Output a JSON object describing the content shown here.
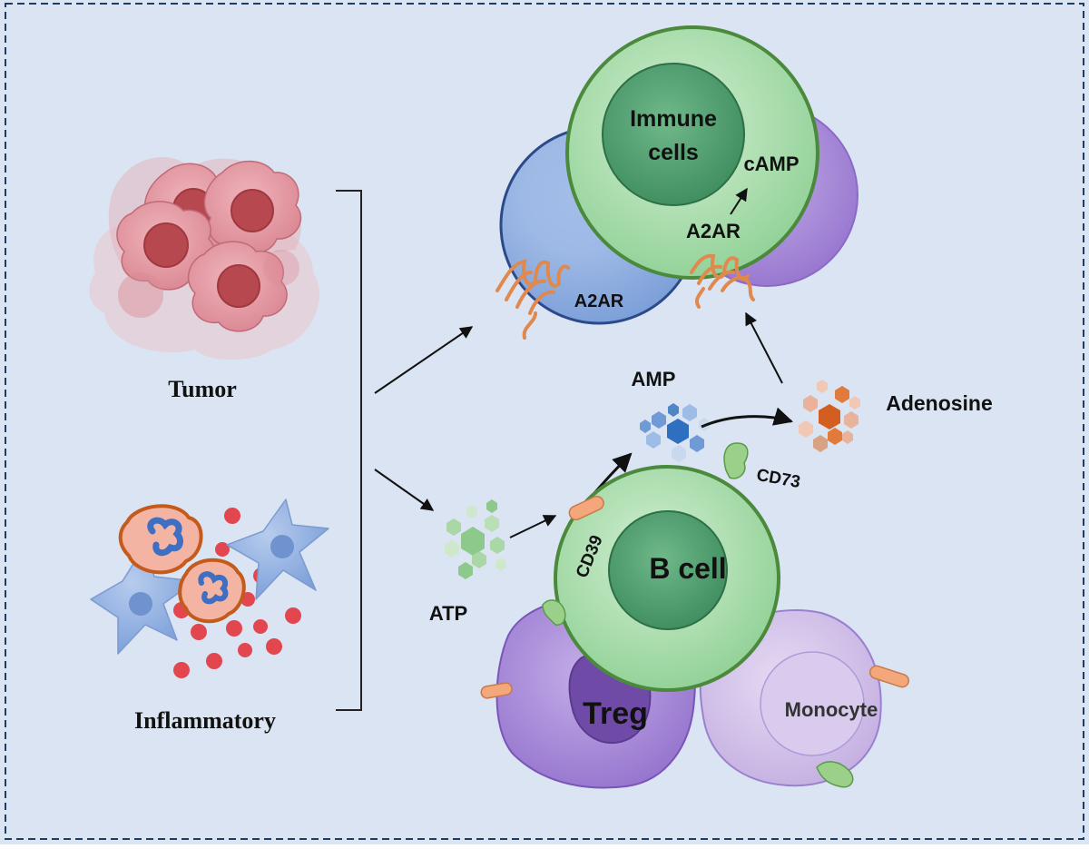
{
  "labels": {
    "tumor": "Tumor",
    "inflammatory": "Inflammatory",
    "immune_cells_line1": "Immune",
    "immune_cells_line2": "cells",
    "camp": "cAMP",
    "a2ar_inner": "A2AR",
    "a2ar_outer": "A2AR",
    "amp": "AMP",
    "adenosine": "Adenosine",
    "atp": "ATP",
    "cd39": "CD39",
    "cd73": "CD73",
    "b_cell": "B cell",
    "treg": "Treg",
    "monocyte": "Monocyte"
  },
  "colors": {
    "background": "#dbe4f3",
    "border": "#1f3d63",
    "green_cell": "#a9dcae",
    "green_nucleus": "#4e9d6b",
    "blue_cell": "#8eaee0",
    "purple_cell": "#a88ad6",
    "lilac_cell": "#cbb8e4",
    "tumor_cell": "#d98a95",
    "receptor": "#f4a77a",
    "atp_hex": "#8cc98a",
    "amp_hex": "#4f86c6",
    "adenosine_hex": "#d9702c",
    "rbc": "#e2464f"
  }
}
